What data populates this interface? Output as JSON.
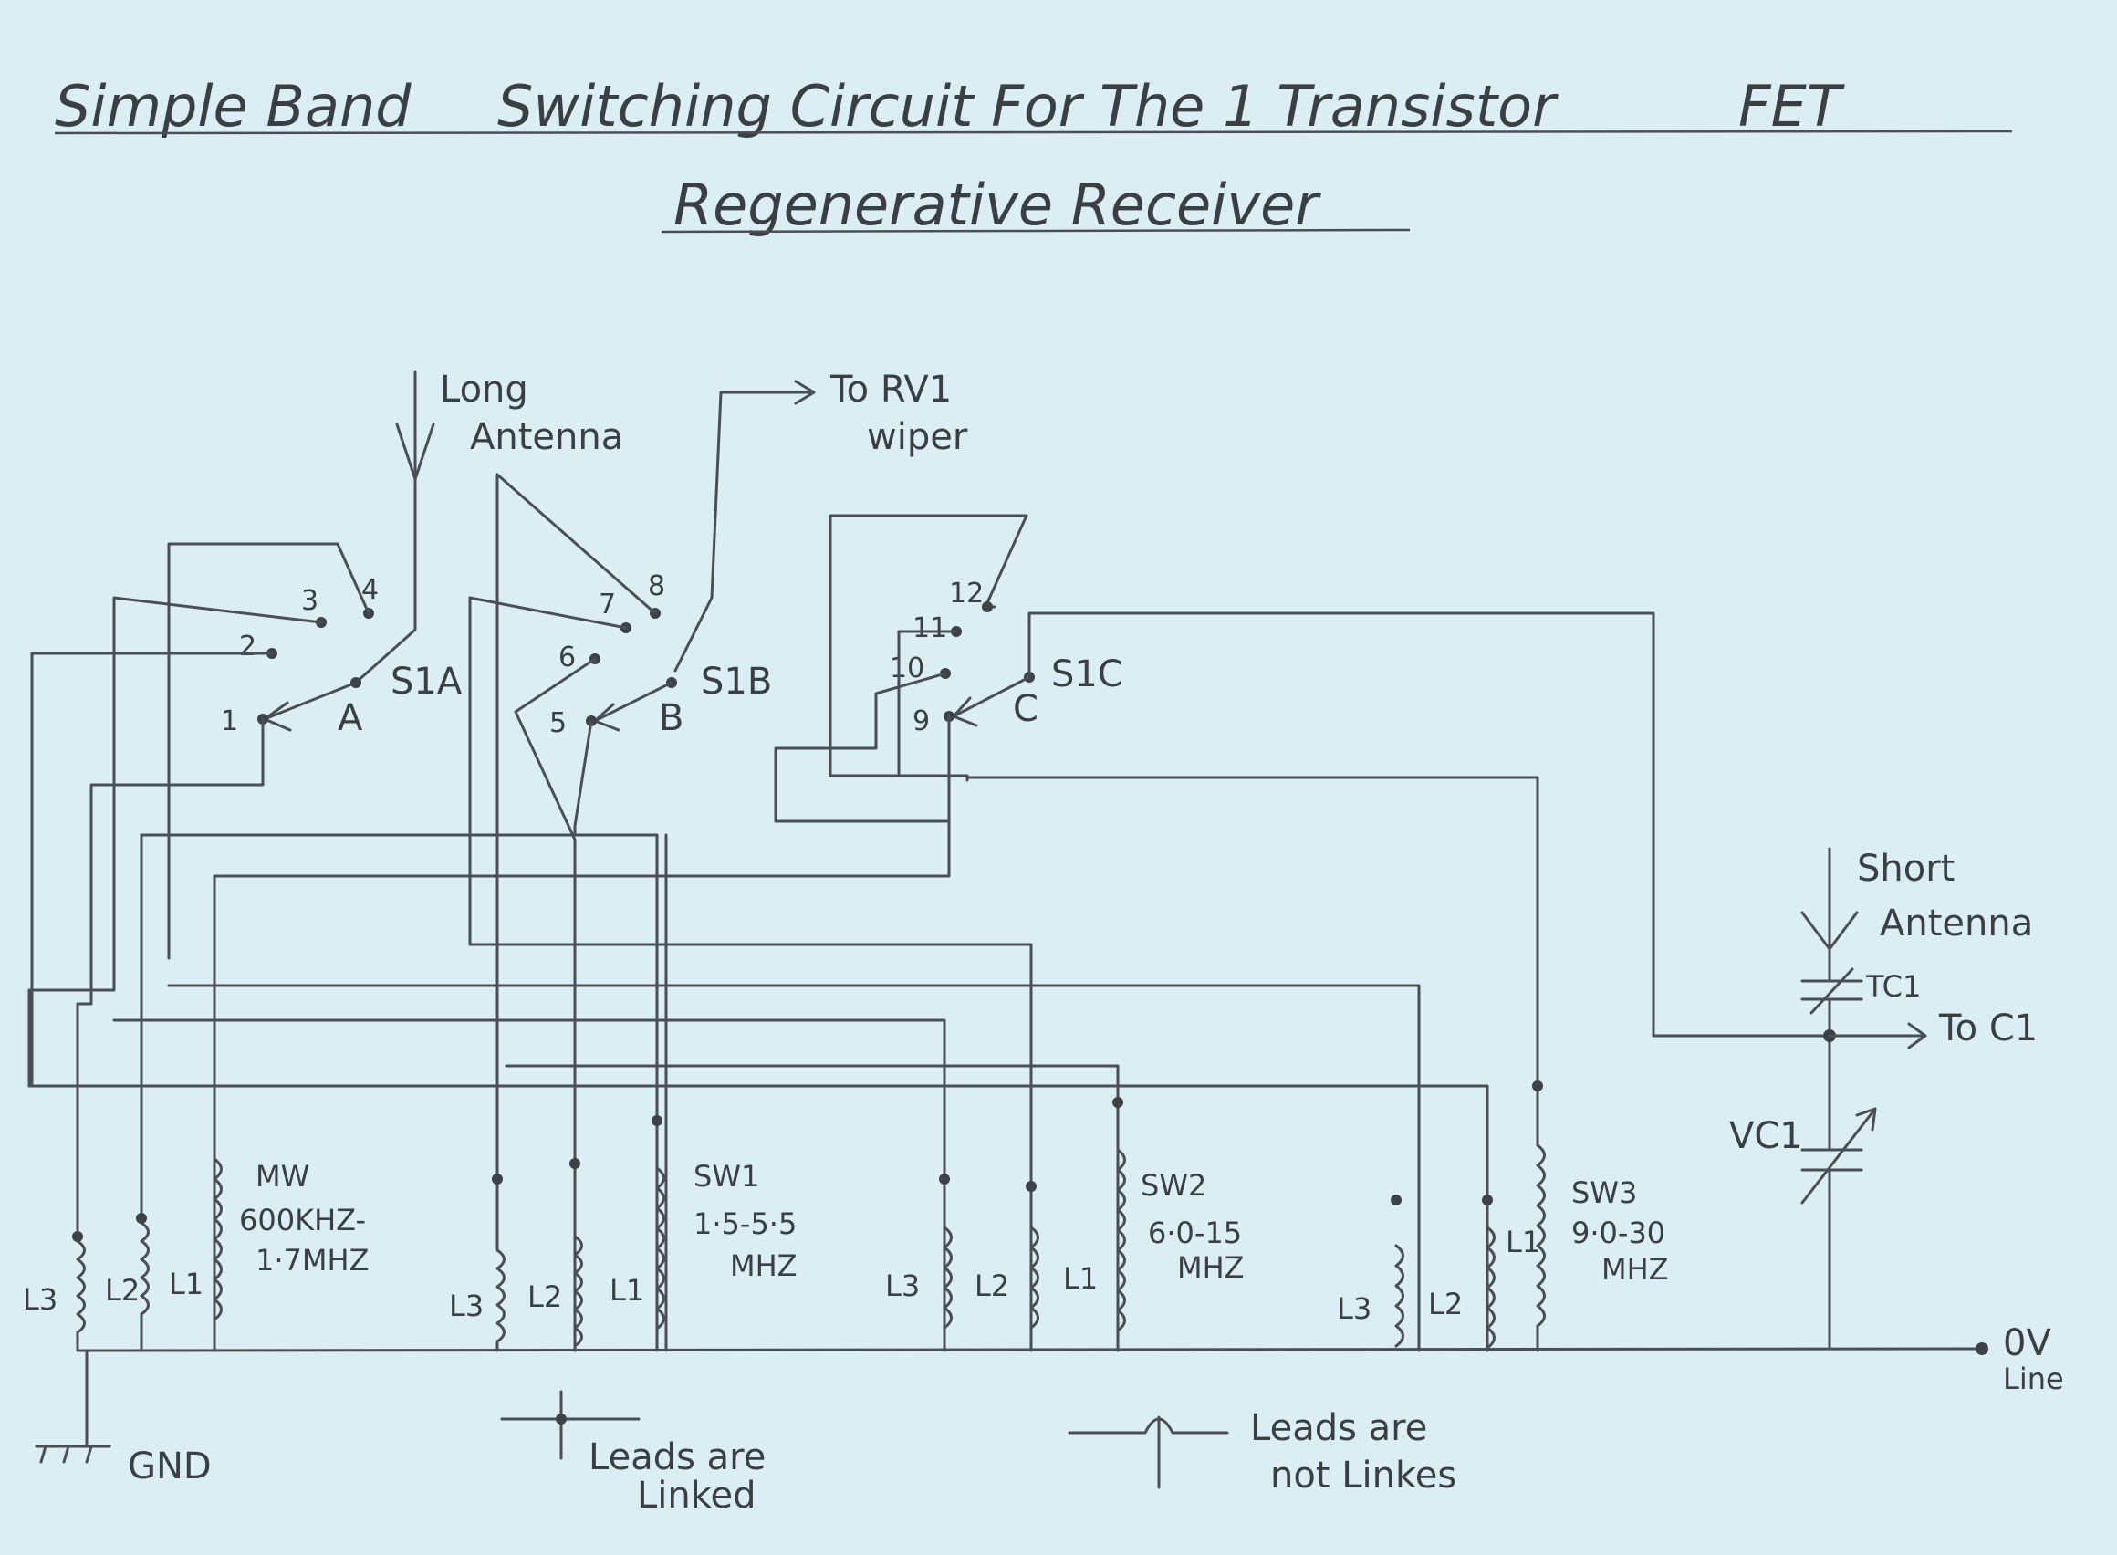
{
  "title": {
    "line1_a": "Simple Band",
    "line1_b": "Switching Circuit For The 1 Transistor",
    "line1_c": "FET",
    "line2": "Regenerative Receiver"
  },
  "inputs": {
    "long_antenna_1": "Long",
    "long_antenna_2": "Antenna",
    "to_rv1_1": "To RV1",
    "to_rv1_2": "wiper",
    "short_antenna_1": "Short",
    "short_antenna_2": "Antenna",
    "to_c1": "To C1"
  },
  "switch": {
    "s1a": "S1A",
    "s1b": "S1B",
    "s1c": "S1C",
    "wiper_a": "A",
    "wiper_b": "B",
    "wiper_c": "C",
    "c1": "1",
    "c2": "2",
    "c3": "3",
    "c4": "4",
    "c5": "5",
    "c6": "6",
    "c7": "7",
    "c8": "8",
    "c9": "9",
    "c10": "10",
    "c11": "11",
    "c12": "12"
  },
  "components": {
    "tc1": "TC1",
    "vc1": "VC1",
    "l3": "L3",
    "l2": "L2",
    "l1": "L1"
  },
  "bands": {
    "mw_1": "MW",
    "mw_2": "600KHZ-",
    "mw_3": "1·7MHZ",
    "sw1_1": "SW1",
    "sw1_2": "1·5-5·5",
    "sw1_3": "MHZ",
    "sw2_1": "SW2",
    "sw2_2": "6·0-15",
    "sw2_3": "MHZ",
    "sw3_1": "SW3",
    "sw3_2": "9·0-30",
    "sw3_3": "MHZ"
  },
  "ground": {
    "gnd": "GND",
    "ov_1": "0V",
    "ov_2": "Line"
  },
  "legend": {
    "linked_1": "Leads are",
    "linked_2": "Linked",
    "not_linked_1": "Leads are",
    "not_linked_2": "not Linkes"
  }
}
